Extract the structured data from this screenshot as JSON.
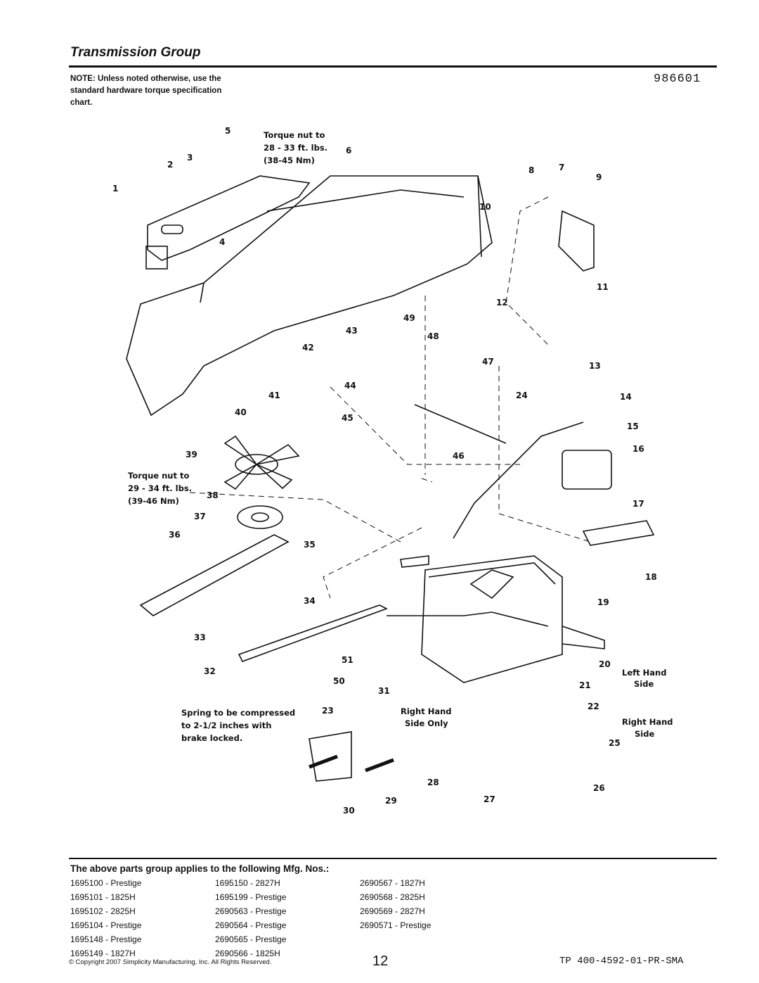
{
  "header": {
    "title": "Transmission Group",
    "note": "NOTE: Unless noted otherwise, use the standard hardware torque specification chart.",
    "diagram_number": "986601"
  },
  "diagram": {
    "torque_note_1": [
      "Torque nut to",
      "28 - 33 ft. lbs.",
      "(38-45 Nm)"
    ],
    "torque_note_2": [
      "Torque nut to",
      "29 - 34 ft. lbs.",
      "(39-46 Nm)"
    ],
    "spring_note": [
      "Spring to be compressed",
      "to 2-1/2 inches with",
      "brake locked."
    ],
    "right_hand_side_only": [
      "Right Hand",
      "Side Only"
    ],
    "left_hand_side": [
      "Left Hand",
      "Side"
    ],
    "right_hand_side": [
      "Right Hand",
      "Side"
    ],
    "callouts": [
      "1",
      "2",
      "3",
      "4",
      "5",
      "6",
      "7",
      "8",
      "9",
      "10",
      "11",
      "12",
      "13",
      "14",
      "15",
      "16",
      "17",
      "18",
      "19",
      "20",
      "21",
      "22",
      "23",
      "24",
      "25",
      "26",
      "27",
      "28",
      "29",
      "30",
      "31",
      "32",
      "33",
      "34",
      "35",
      "36",
      "37",
      "38",
      "39",
      "40",
      "41",
      "42",
      "43",
      "44",
      "45",
      "46",
      "47",
      "48",
      "49",
      "50",
      "51"
    ]
  },
  "applies": {
    "heading": "The above parts group applies to the following Mfg. Nos.:",
    "columns": [
      [
        "1695100 - Prestige",
        "1695101 - 1825H",
        "1695102 - 2825H",
        "1695104 - Prestige",
        "1695148 - Prestige",
        "1695149 - 1827H"
      ],
      [
        "1695150 - 2827H",
        "1695199 - Prestige",
        "2690563 - Prestige",
        "2690564 - Prestige",
        "2690565 - Prestige",
        "2690566 - 1825H"
      ],
      [
        "2690567 - 1827H",
        "2690568 - 2825H",
        "2690569 - 2827H",
        "2690571 - Prestige",
        "",
        ""
      ]
    ]
  },
  "footer": {
    "copyright": "© Copyright 2007 Simplicity Manufacturing, Inc. All Rights Reserved.",
    "page_number": "12",
    "doc_code": "TP 400-4592-01-PR-SMA"
  }
}
